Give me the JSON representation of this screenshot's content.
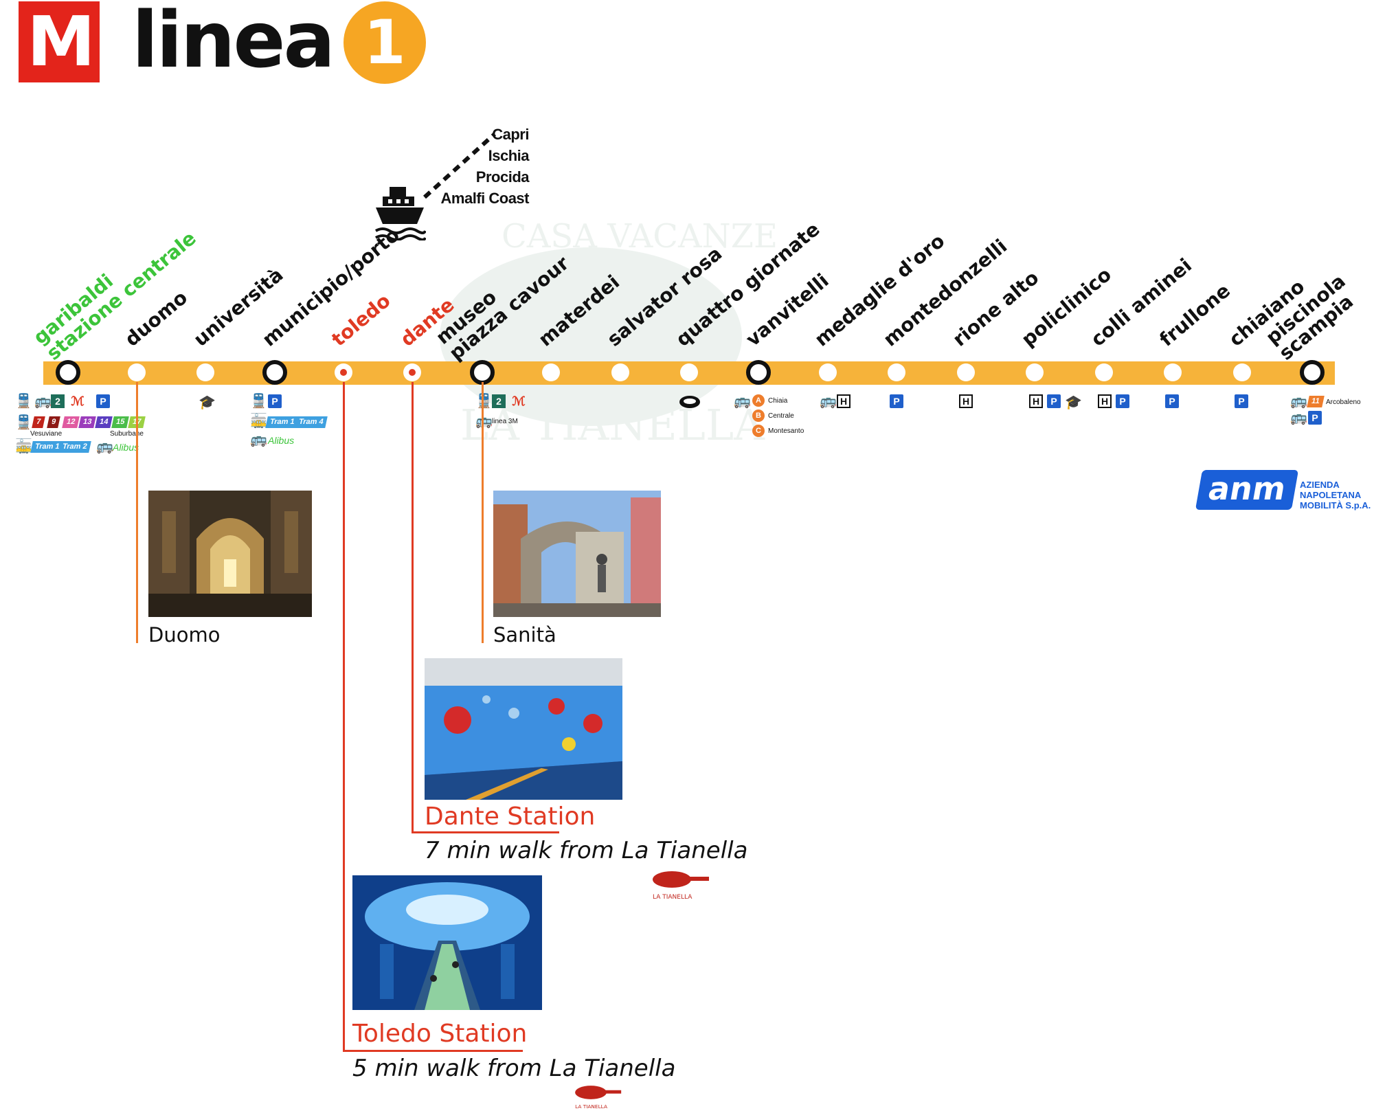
{
  "header": {
    "logo_letter": "M",
    "title": "linea",
    "line_number": "1"
  },
  "ferry": {
    "icon": "ship-icon",
    "destinations": [
      "Capri",
      "Ischia",
      "Procida",
      "Amalfi Coast"
    ]
  },
  "stations": [
    {
      "name": [
        "garibaldi",
        "stazione centrale"
      ],
      "color": "#3cc43a"
    },
    {
      "name": [
        "duomo"
      ]
    },
    {
      "name": [
        "università"
      ]
    },
    {
      "name": [
        "municipio/porto"
      ]
    },
    {
      "name": [
        "toledo"
      ],
      "color": "#e03a23"
    },
    {
      "name": [
        "dante"
      ],
      "color": "#e03a23"
    },
    {
      "name": [
        "museo",
        "piazza cavour"
      ]
    },
    {
      "name": [
        "materdei"
      ]
    },
    {
      "name": [
        "salvator rosa"
      ]
    },
    {
      "name": [
        "quattro giornate"
      ]
    },
    {
      "name": [
        "vanvitelli"
      ]
    },
    {
      "name": [
        "medaglie d'oro"
      ]
    },
    {
      "name": [
        "montedonzelli"
      ]
    },
    {
      "name": [
        "rione alto"
      ]
    },
    {
      "name": [
        "policlinico"
      ]
    },
    {
      "name": [
        "colli aminei"
      ]
    },
    {
      "name": [
        "frullone"
      ]
    },
    {
      "name": [
        "chiaiano"
      ]
    },
    {
      "name": [
        "piscinola",
        "scampia"
      ]
    }
  ],
  "connections": {
    "garibaldi": {
      "line2": "2",
      "tags": [
        "7",
        "9",
        "12",
        "13",
        "14",
        "15",
        "17"
      ],
      "vesuviane": "Vesuviane",
      "suburbane": "Suburbane",
      "tram1": "Tram 1",
      "tram2": "Tram 2",
      "alibus": "Alibus",
      "parking": "P"
    },
    "municipio": {
      "parking": "P",
      "tram1": "Tram 1",
      "tram4": "Tram 4",
      "alibus": "Alibus"
    },
    "museo": {
      "line2": "2",
      "linea3m": "linea 3M"
    },
    "vanvitelli": {
      "funiculars": [
        {
          "letter": "A",
          "name": "Chiaia"
        },
        {
          "letter": "B",
          "name": "Centrale"
        },
        {
          "letter": "C",
          "name": "Montesanto"
        }
      ]
    },
    "piscinola": {
      "line": "11",
      "arcobaleno": "Arcobaleno",
      "parking": "P"
    },
    "hospital": "H",
    "parking": "P"
  },
  "photos": {
    "duomo": {
      "caption": "Duomo"
    },
    "sanita": {
      "caption": "Sanità"
    },
    "dante": {
      "title": "Dante Station",
      "walk": "7 min walk from La Tianella"
    },
    "toledo": {
      "title": "Toledo Station",
      "walk": "5 min walk from La Tianella"
    }
  },
  "tianella_logo": "LA TIANELLA",
  "anm": {
    "logo": "anm",
    "line1": "AZIENDA",
    "line2": "NAPOLETANA",
    "line3": "MOBILITÀ S.p.A."
  },
  "watermark": {
    "top": "CASA VACANZE",
    "bottom": "LA TIANELLA"
  },
  "colors": {
    "line": "#f6b33a",
    "metro_red": "#e3241b",
    "highlight_red": "#e03a23",
    "connector_orange": "#ee7d2c",
    "garibaldi_green": "#3cc43a",
    "anm_blue": "#1a5fd8"
  }
}
